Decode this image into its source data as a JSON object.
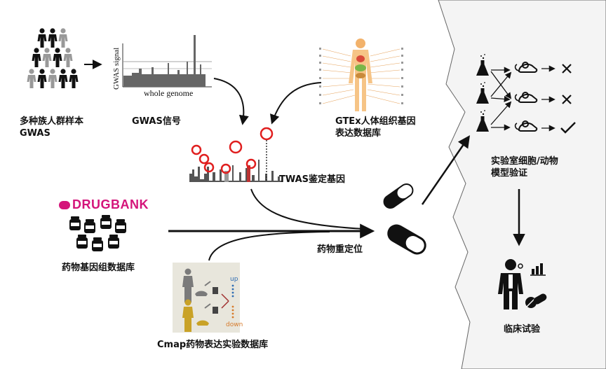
{
  "labels": {
    "multi_ethnic": "多种族人群样本",
    "multi_ethnic_2": "GWAS",
    "gwas_signal": "GWAS信号",
    "gtex": "GTEx人体组织基因",
    "gtex_2": "表达数据库",
    "twas": "TWAS鉴定基因",
    "drugbank_db": "药物基因组数据库",
    "cmap": "Cmap药物表达实验数据库",
    "repositioning": "药物重定位",
    "lab_validation": "实验室细胞/动物",
    "lab_validation_2": "模型验证",
    "clinical_trial": "临床试验"
  },
  "gwas_plot": {
    "ylabel": "GWAS signal",
    "xlabel": "whole genome"
  },
  "drugbank_logo": "DRUGBANK",
  "cmap_plot": {
    "up": "up",
    "down": "down"
  },
  "colors": {
    "drugbank": "#d4147a",
    "arrow": "#111111",
    "panel": "#f4f4f4"
  },
  "icons": [
    "people-icon",
    "organ-body-icon",
    "pill-bottle-icon",
    "capsule-icon",
    "flask-icon",
    "mouse-icon",
    "cross-icon",
    "check-icon",
    "doctor-icon",
    "bar-chart-icon"
  ]
}
